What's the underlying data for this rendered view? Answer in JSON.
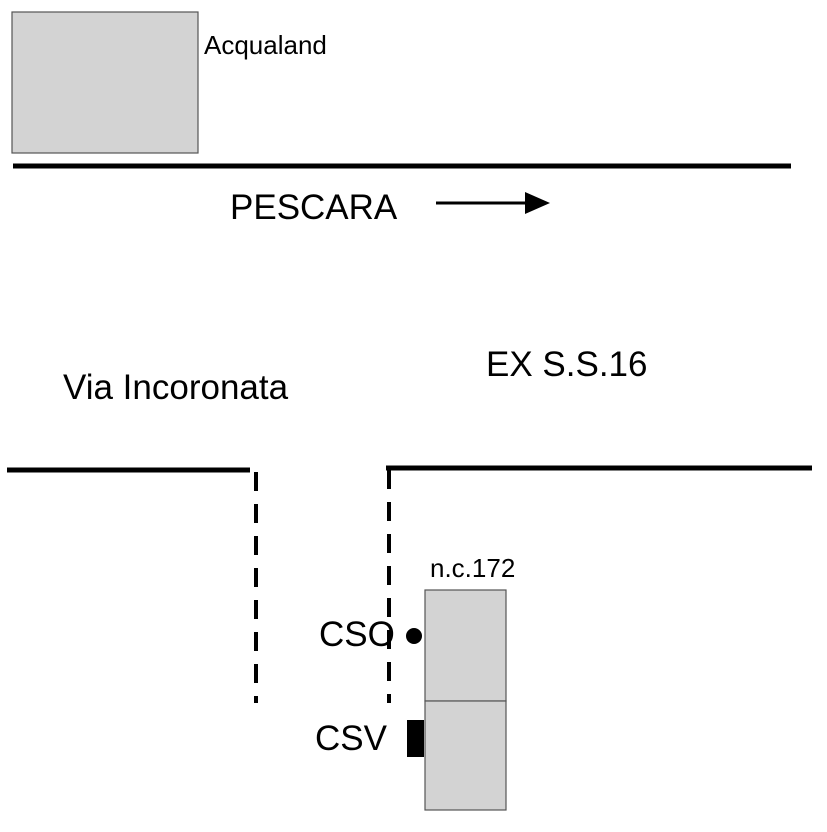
{
  "labels": {
    "acqualand": "Acqualand",
    "direction": "PESCARA",
    "road_main": "EX S.S.16",
    "road_side": "Via Incoronata",
    "building": "n.c.172",
    "cso": "CSO",
    "csv": "CSV"
  },
  "colors": {
    "building_fill": "#d3d3d3",
    "building_stroke": "#555555",
    "ink": "#000000",
    "background": "#ffffff"
  }
}
